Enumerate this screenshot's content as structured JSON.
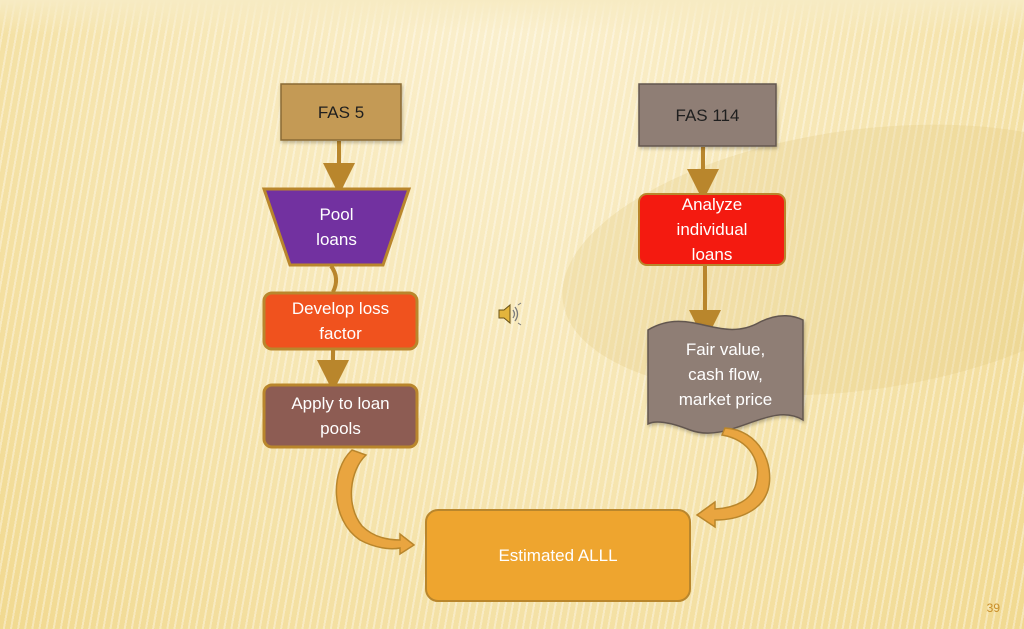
{
  "nodes": {
    "fas5": {
      "label": "FAS 5"
    },
    "fas114": {
      "label": "FAS 114"
    },
    "pool": {
      "label": "Pool\nloans"
    },
    "develop": {
      "label": "Develop loss\nfactor"
    },
    "apply": {
      "label": "Apply to loan\npools"
    },
    "analyze": {
      "label": "Analyze\nindividual\nloans"
    },
    "fairvalue": {
      "label": "Fair value,\ncash flow,\nmarket price"
    },
    "estimated": {
      "label": "Estimated ALLL"
    }
  },
  "slide": {
    "page_number": "39"
  },
  "icons": {
    "audio": "speaker-icon"
  },
  "colors": {
    "connector": "#b9862c",
    "fas5": "#c49a55",
    "fas114": "#8f7e75",
    "pool": "#7231a0",
    "develop": "#f0521e",
    "apply": "#8d5c53",
    "analyze": "#f41a10",
    "fairvalue": "#8f7e75",
    "estimated": "#eea52f",
    "curved_arrow": "#e9a540"
  }
}
